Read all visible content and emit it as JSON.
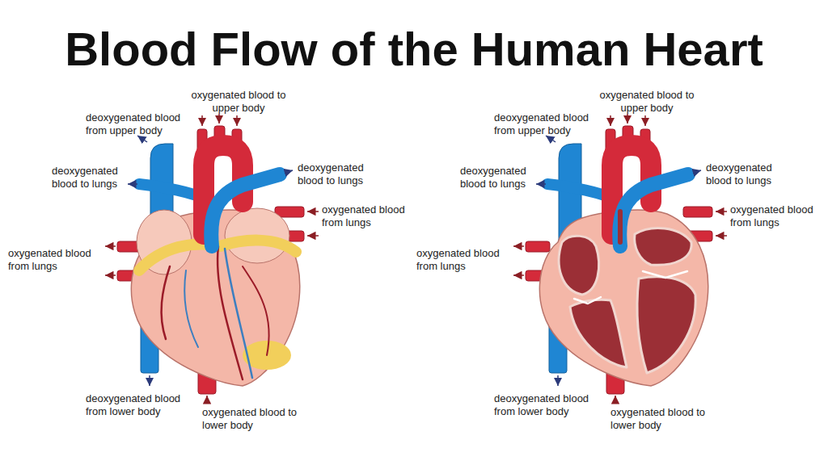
{
  "diagram": {
    "title": "Blood Flow of the Human Heart",
    "labels": [
      "oxygenated blood to upper body",
      "deoxygenated blood from upper body",
      "deoxygenated blood to lungs",
      "deoxygenated blood to lungs",
      "oxygenated blood from lungs",
      "oxygenated blood from lungs",
      "deoxygenated blood from lower body",
      "oxygenated blood to lower body",
      "oxygenated blood to upper body",
      "deoxygenated blood from upper body",
      "deoxygenated blood to lungs",
      "deoxygenated blood to lungs",
      "oxygenated blood from lungs",
      "oxygenated blood from lungs",
      "deoxygenated blood from lower body",
      "oxygenated blood to lower body"
    ]
  }
}
